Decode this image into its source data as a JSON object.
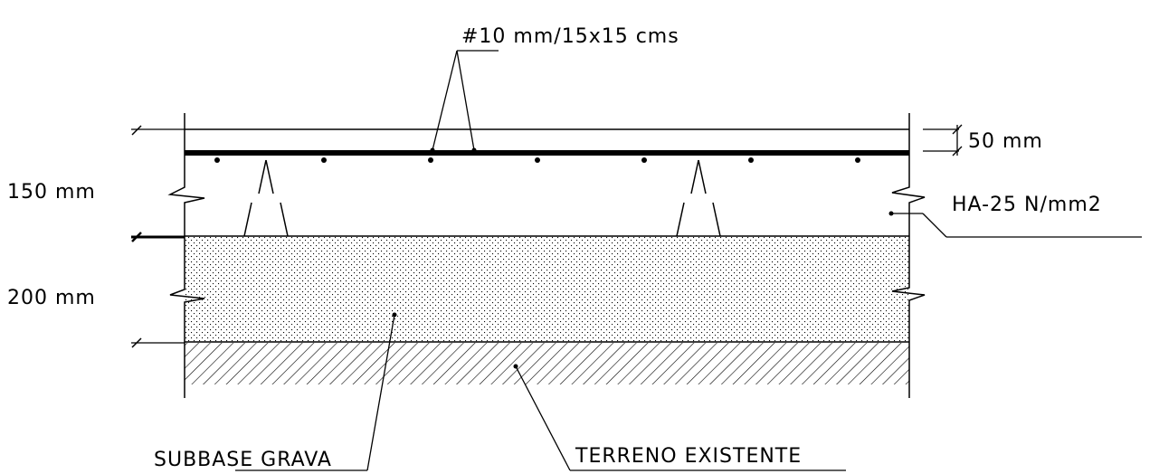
{
  "labels": {
    "rebar": "#10 mm/15x15 cms",
    "cover": "50 mm",
    "slab_thickness": "150 mm",
    "concrete": "HA-25 N/mm2",
    "subbase_thickness": "200 mm",
    "subbase": "SUBBASE GRAVA",
    "ground": "TERRENO EXISTENTE"
  },
  "colors": {
    "line": "#000000",
    "background": "#ffffff"
  }
}
